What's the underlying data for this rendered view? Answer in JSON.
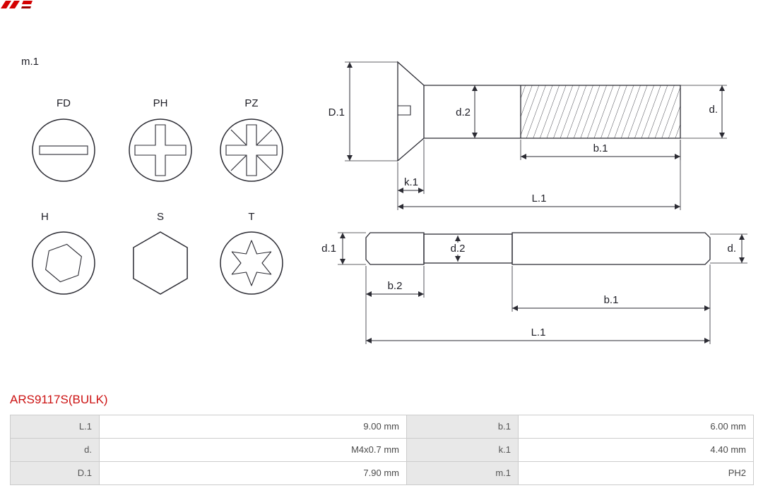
{
  "page": {
    "m1_label": "m.1",
    "part_number": "ARS9117S(BULK)"
  },
  "drive_types": {
    "row1": [
      "FD",
      "PH",
      "PZ"
    ],
    "row2": [
      "H",
      "S",
      "T"
    ]
  },
  "diagram": {
    "countersunk": {
      "D1": "D.1",
      "d2": "d.2",
      "d": "d.",
      "b1": "b.1",
      "k1": "k.1",
      "L1": "L.1"
    },
    "stud": {
      "d1": "d.1",
      "d2": "d.2",
      "d": "d.",
      "b2": "b.2",
      "b1": "b.1",
      "L1": "L.1"
    }
  },
  "table": {
    "rows": [
      [
        "L.1",
        "9.00 mm",
        "b.1",
        "6.00 mm"
      ],
      [
        "d.",
        "M4x0.7 mm",
        "k.1",
        "4.40 mm"
      ],
      [
        "D.1",
        "7.90 mm",
        "m.1",
        "PH2"
      ]
    ]
  },
  "colors": {
    "accent_red": "#cc1212",
    "line": "#2b2b33",
    "table_label_bg": "#e8e8e8",
    "table_border": "#cccccc"
  }
}
